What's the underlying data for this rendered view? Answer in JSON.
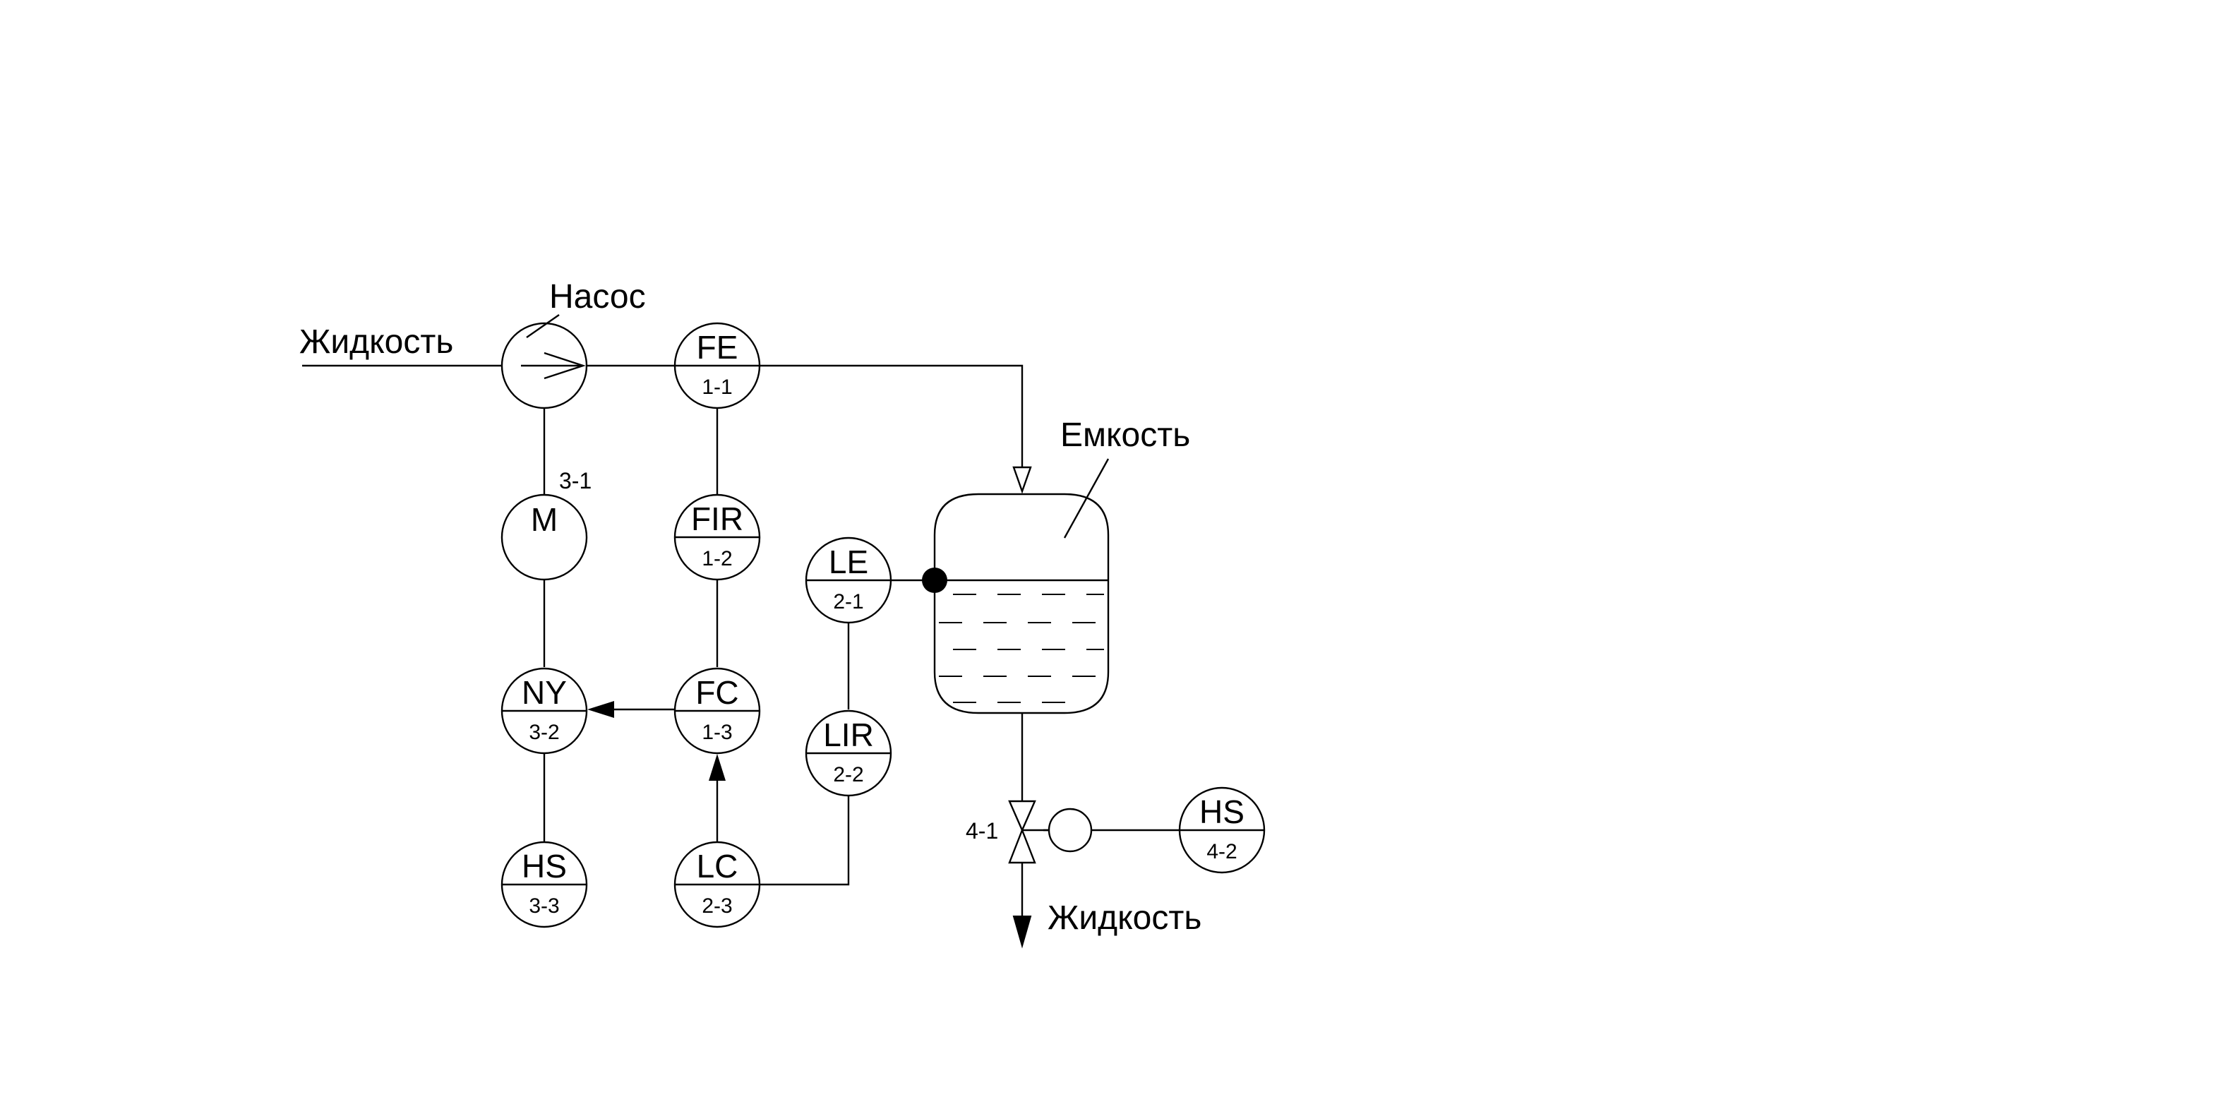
{
  "labels": {
    "liquid_in": "Жидкость",
    "liquid_out": "Жидкость",
    "pump": "Насос",
    "tank": "Емкость",
    "motor_number": "3-1",
    "valve_number": "4-1"
  },
  "instruments": [
    {
      "id": "fe",
      "tag": "FE",
      "number": "1-1"
    },
    {
      "id": "fir",
      "tag": "FIR",
      "number": "1-2"
    },
    {
      "id": "fc",
      "tag": "FC",
      "number": "1-3"
    },
    {
      "id": "le",
      "tag": "LE",
      "number": "2-1"
    },
    {
      "id": "lir",
      "tag": "LIR",
      "number": "2-2"
    },
    {
      "id": "lc",
      "tag": "LC",
      "number": "2-3"
    },
    {
      "id": "m",
      "tag": "M",
      "number": ""
    },
    {
      "id": "ny",
      "tag": "NY",
      "number": "3-2"
    },
    {
      "id": "hs3",
      "tag": "HS",
      "number": "3-3"
    },
    {
      "id": "hs4",
      "tag": "HS",
      "number": "4-2"
    }
  ]
}
